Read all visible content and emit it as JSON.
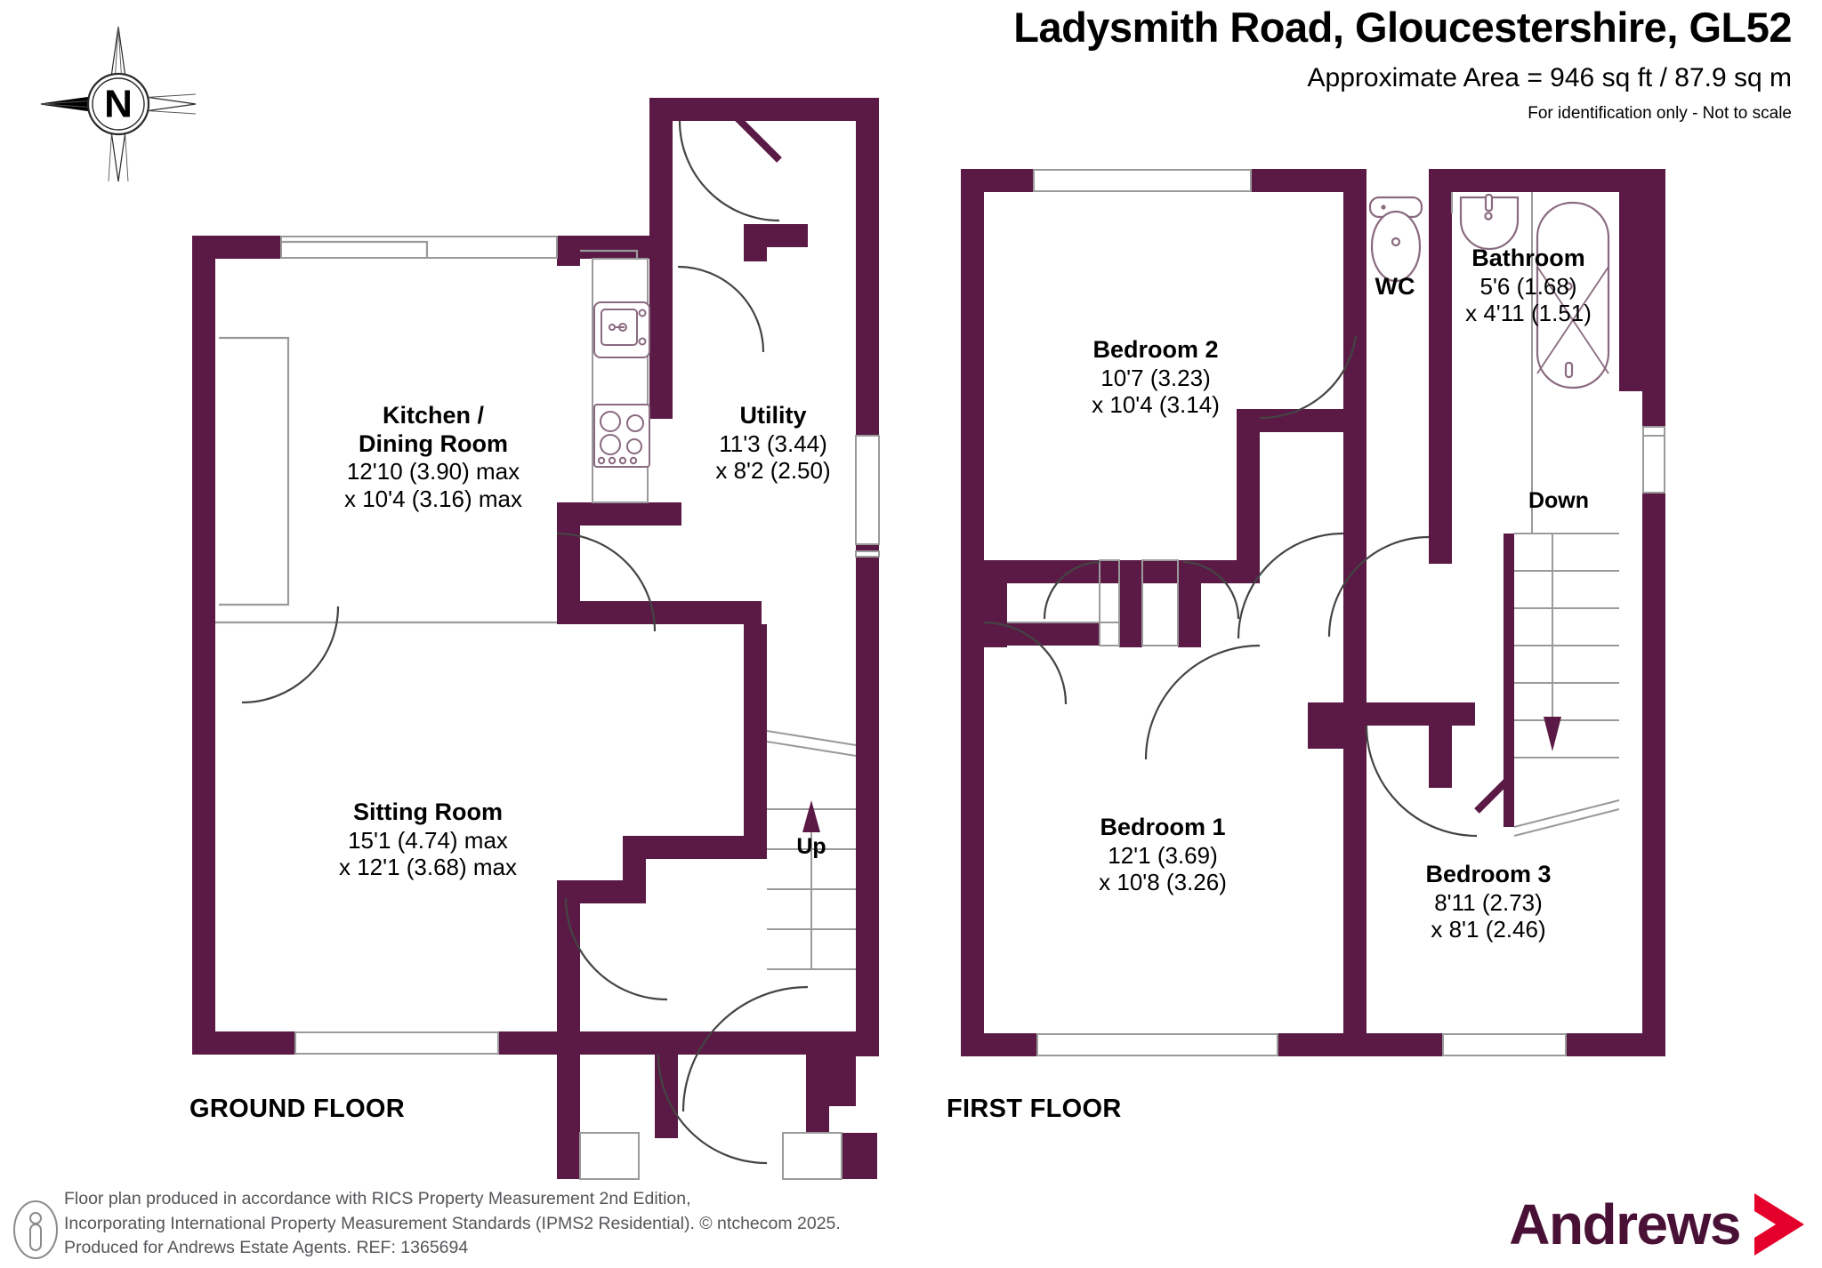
{
  "header": {
    "title": "Ladysmith Road, Gloucestershire, GL52",
    "area": "Approximate Area = 946 sq ft / 87.9 sq m",
    "disclaimer": "For identification only - Not to scale"
  },
  "compass": {
    "label": "N",
    "icon": "compass-rose-icon"
  },
  "floors": [
    {
      "caption": "GROUND FLOOR",
      "rooms": [
        {
          "name": "Kitchen /\nDining Room",
          "name_line1": "Kitchen /",
          "name_line2": "Dining Room",
          "dim1": "12'10 (3.90) max",
          "dim2": "x 10'4 (3.16) max"
        },
        {
          "name_line1": "Utility",
          "name_line2": "",
          "dim1": "11'3 (3.44)",
          "dim2": "x 8'2 (2.50)"
        },
        {
          "name_line1": "Sitting Room",
          "name_line2": "",
          "dim1": "15'1 (4.74) max",
          "dim2": "x 12'1 (3.68) max"
        }
      ],
      "stairs_label": "Up"
    },
    {
      "caption": "FIRST FLOOR",
      "rooms": [
        {
          "name_line1": "Bedroom 2",
          "name_line2": "",
          "dim1": "10'7 (3.23)",
          "dim2": "x 10'4 (3.14)"
        },
        {
          "name_line1": "WC",
          "name_line2": "",
          "dim1": "",
          "dim2": ""
        },
        {
          "name_line1": "Bathroom",
          "name_line2": "",
          "dim1": "5'6 (1.68)",
          "dim2": "x 4'11 (1.51)"
        },
        {
          "name_line1": "Bedroom 1",
          "name_line2": "",
          "dim1": "12'1 (3.69)",
          "dim2": "x 10'8 (3.26)"
        },
        {
          "name_line1": "Bedroom 3",
          "name_line2": "",
          "dim1": "8'11 (2.73)",
          "dim2": "x 8'1 (2.46)"
        }
      ],
      "stairs_label": "Down"
    }
  ],
  "labels": {
    "kitchen_name_1": "Kitchen /",
    "kitchen_name_2": "Dining Room",
    "kitchen_dim_1": "12'10 (3.90) max",
    "kitchen_dim_2": "x 10'4 (3.16) max",
    "utility_name": "Utility",
    "utility_dim_1": "11'3 (3.44)",
    "utility_dim_2": "x 8'2 (2.50)",
    "sitting_name": "Sitting Room",
    "sitting_dim_1": "15'1 (4.74) max",
    "sitting_dim_2": "x 12'1 (3.68) max",
    "bedroom2_name": "Bedroom 2",
    "bedroom2_dim_1": "10'7 (3.23)",
    "bedroom2_dim_2": "x 10'4 (3.14)",
    "wc_name": "WC",
    "bathroom_name": "Bathroom",
    "bathroom_dim_1": "5'6 (1.68)",
    "bathroom_dim_2": "x 4'11 (1.51)",
    "bedroom1_name": "Bedroom 1",
    "bedroom1_dim_1": "12'1 (3.69)",
    "bedroom1_dim_2": "x 10'8 (3.26)",
    "bedroom3_name": "Bedroom 3",
    "bedroom3_dim_1": "8'11 (2.73)",
    "bedroom3_dim_2": "x 8'1 (2.46)",
    "stairs_up": "Up",
    "stairs_down": "Down",
    "ground_floor": "GROUND FLOOR",
    "first_floor": "FIRST FLOOR"
  },
  "footer": {
    "line1": "Floor plan produced in accordance with RICS Property Measurement 2nd Edition,",
    "line2": "Incorporating International Property Measurement Standards (IPMS2 Residential).   © ntchecom 2025.",
    "line3": "Produced for Andrews Estate Agents.   REF: 1365694",
    "info_icon": "info-person-icon"
  },
  "logo": {
    "text": "Andrews",
    "chevron_icon": "chevron-right-icon"
  },
  "colors": {
    "wall": "#5a1a45",
    "wall_dark": "#4a1136",
    "logo_text": "#4a1136",
    "logo_chevron": "#e4002b",
    "fixture_outline": "#8a6a80",
    "thin_line": "#9a9a9a",
    "footer_text": "#55555a",
    "background": "#ffffff"
  },
  "fixtures": [
    "oven-icon",
    "hob-icon",
    "toilet-icon",
    "sink-icon",
    "bathtub-icon"
  ]
}
